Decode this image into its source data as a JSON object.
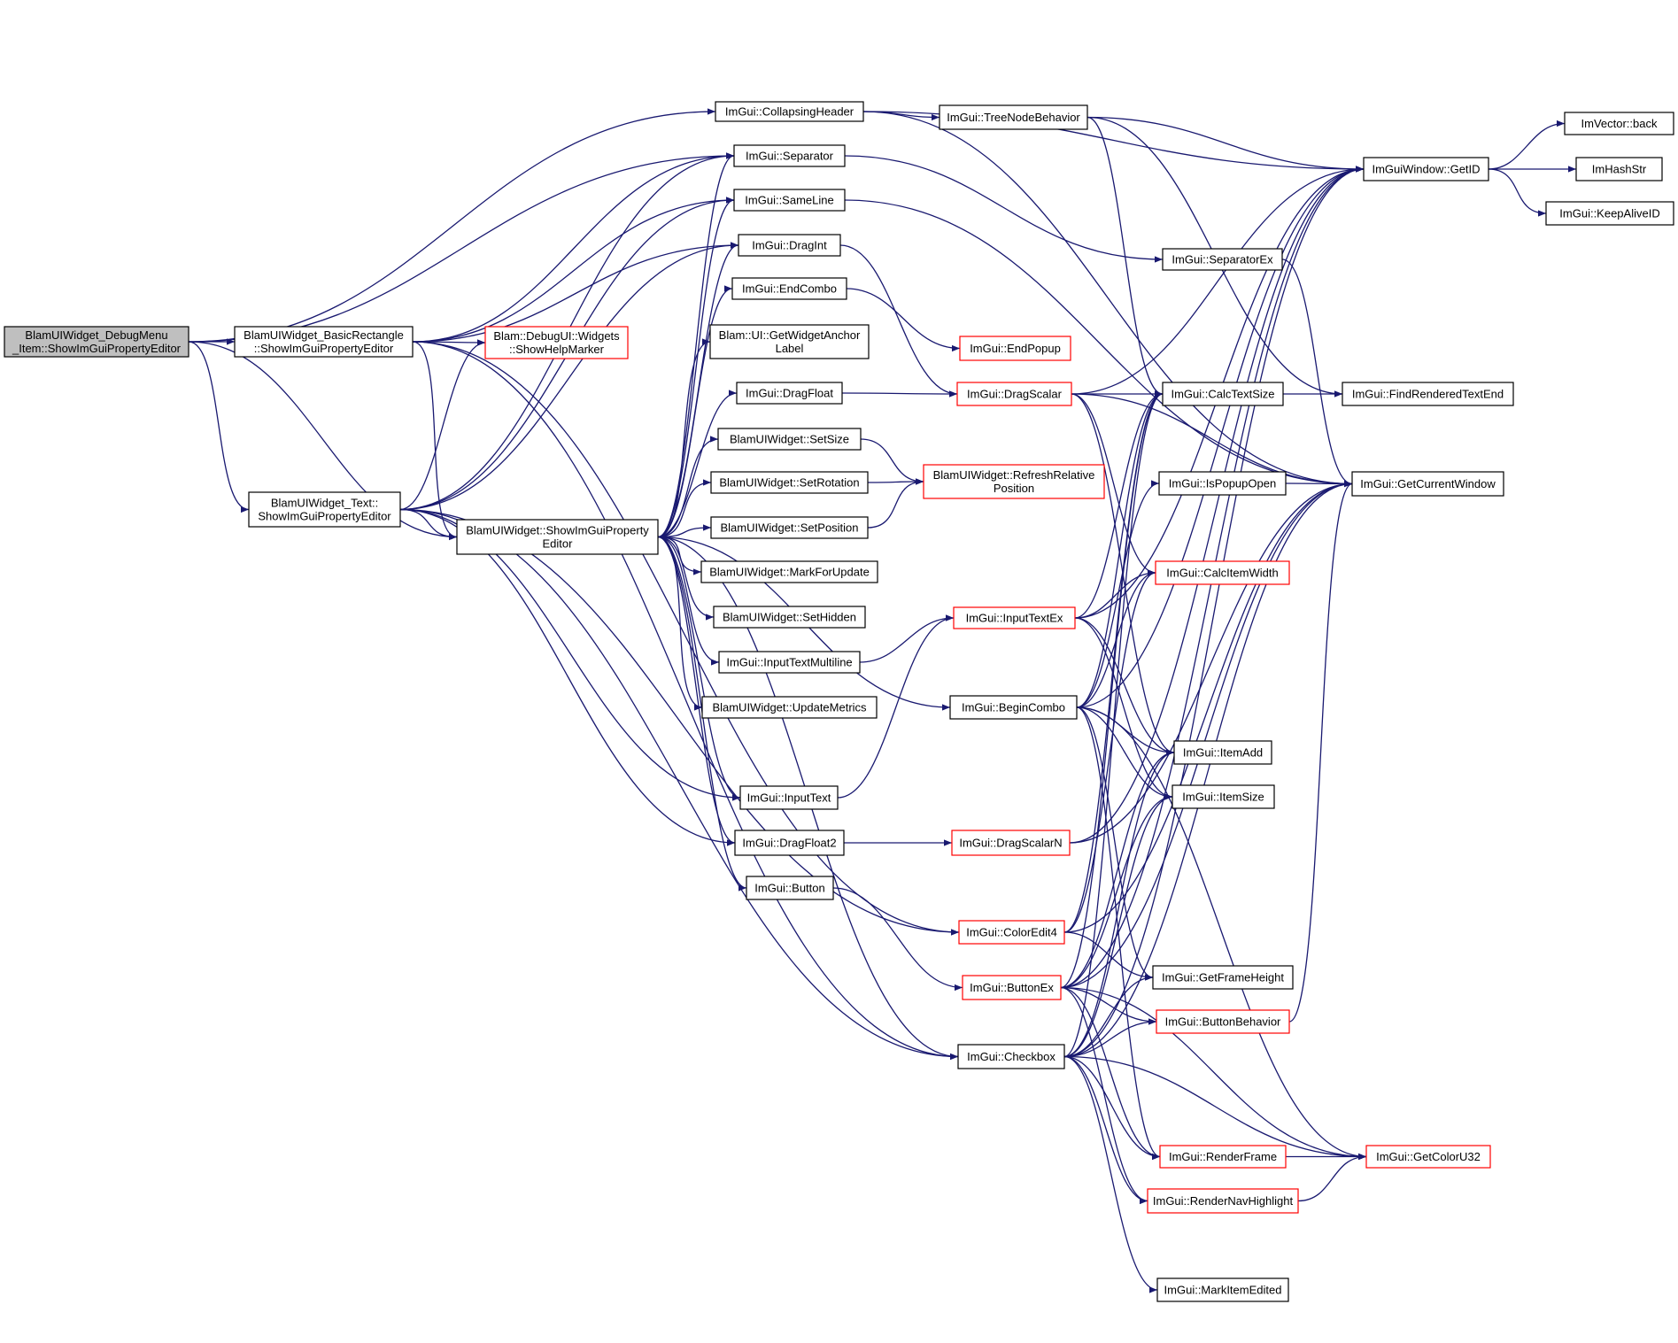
{
  "colors": {
    "edge": "#191970",
    "node_border": "#000000",
    "node_fill": "#ffffff",
    "external_border": "#ff0000",
    "root_fill": "#bfbfbf"
  },
  "nodes": [
    {
      "id": "root",
      "lines": [
        "BlamUIWidget_DebugMenu",
        "_Item::ShowImGuiPropertyEditor"
      ],
      "style": "root"
    },
    {
      "id": "basicrect",
      "lines": [
        "BlamUIWidget_BasicRectangle",
        "::ShowImGuiPropertyEditor"
      ],
      "style": "normal"
    },
    {
      "id": "text",
      "lines": [
        "BlamUIWidget_Text::",
        "ShowImGuiPropertyEditor"
      ],
      "style": "normal"
    },
    {
      "id": "uiwidget",
      "lines": [
        "BlamUIWidget::ShowImGuiProperty",
        "Editor"
      ],
      "style": "normal"
    },
    {
      "id": "helpmarker",
      "lines": [
        "Blam::DebugUI::Widgets",
        "::ShowHelpMarker"
      ],
      "style": "external"
    },
    {
      "id": "collapsing",
      "lines": [
        "ImGui::CollapsingHeader"
      ],
      "style": "normal"
    },
    {
      "id": "separator",
      "lines": [
        "ImGui::Separator"
      ],
      "style": "normal"
    },
    {
      "id": "sameline",
      "lines": [
        "ImGui::SameLine"
      ],
      "style": "normal"
    },
    {
      "id": "dragint",
      "lines": [
        "ImGui::DragInt"
      ],
      "style": "normal"
    },
    {
      "id": "endcombo",
      "lines": [
        "ImGui::EndCombo"
      ],
      "style": "normal"
    },
    {
      "id": "anchorlabel",
      "lines": [
        "Blam::UI::GetWidgetAnchor",
        "Label"
      ],
      "style": "normal"
    },
    {
      "id": "dragfloat",
      "lines": [
        "ImGui::DragFloat"
      ],
      "style": "normal"
    },
    {
      "id": "setsize",
      "lines": [
        "BlamUIWidget::SetSize"
      ],
      "style": "normal"
    },
    {
      "id": "setrotation",
      "lines": [
        "BlamUIWidget::SetRotation"
      ],
      "style": "normal"
    },
    {
      "id": "setposition",
      "lines": [
        "BlamUIWidget::SetPosition"
      ],
      "style": "normal"
    },
    {
      "id": "markforupdate",
      "lines": [
        "BlamUIWidget::MarkForUpdate"
      ],
      "style": "normal"
    },
    {
      "id": "sethidden",
      "lines": [
        "BlamUIWidget::SetHidden"
      ],
      "style": "normal"
    },
    {
      "id": "inputmultiline",
      "lines": [
        "ImGui::InputTextMultiline"
      ],
      "style": "normal"
    },
    {
      "id": "updatemetrics",
      "lines": [
        "BlamUIWidget::UpdateMetrics"
      ],
      "style": "normal"
    },
    {
      "id": "inputtext",
      "lines": [
        "ImGui::InputText"
      ],
      "style": "normal"
    },
    {
      "id": "dragfloat2",
      "lines": [
        "ImGui::DragFloat2"
      ],
      "style": "normal"
    },
    {
      "id": "button",
      "lines": [
        "ImGui::Button"
      ],
      "style": "normal"
    },
    {
      "id": "treenode",
      "lines": [
        "ImGui::TreeNodeBehavior"
      ],
      "style": "normal"
    },
    {
      "id": "endpopup",
      "lines": [
        "ImGui::EndPopup"
      ],
      "style": "external"
    },
    {
      "id": "dragscalar",
      "lines": [
        "ImGui::DragScalar"
      ],
      "style": "external"
    },
    {
      "id": "refreshrel",
      "lines": [
        "BlamUIWidget::RefreshRelative",
        "Position"
      ],
      "style": "external"
    },
    {
      "id": "inputtextex",
      "lines": [
        "ImGui::InputTextEx"
      ],
      "style": "external"
    },
    {
      "id": "begincombo",
      "lines": [
        "ImGui::BeginCombo"
      ],
      "style": "normal"
    },
    {
      "id": "dragscalarn",
      "lines": [
        "ImGui::DragScalarN"
      ],
      "style": "external"
    },
    {
      "id": "coloredit4",
      "lines": [
        "ImGui::ColorEdit4"
      ],
      "style": "external"
    },
    {
      "id": "buttonex",
      "lines": [
        "ImGui::ButtonEx"
      ],
      "style": "external"
    },
    {
      "id": "checkbox",
      "lines": [
        "ImGui::Checkbox"
      ],
      "style": "normal"
    },
    {
      "id": "separatorex",
      "lines": [
        "ImGui::SeparatorEx"
      ],
      "style": "normal"
    },
    {
      "id": "calctextsize",
      "lines": [
        "ImGui::CalcTextSize"
      ],
      "style": "normal"
    },
    {
      "id": "ispopupopen",
      "lines": [
        "ImGui::IsPopupOpen"
      ],
      "style": "normal"
    },
    {
      "id": "calcitemwidth",
      "lines": [
        "ImGui::CalcItemWidth"
      ],
      "style": "external"
    },
    {
      "id": "itemadd",
      "lines": [
        "ImGui::ItemAdd"
      ],
      "style": "normal"
    },
    {
      "id": "itemsize",
      "lines": [
        "ImGui::ItemSize"
      ],
      "style": "normal"
    },
    {
      "id": "getframeheight",
      "lines": [
        "ImGui::GetFrameHeight"
      ],
      "style": "normal"
    },
    {
      "id": "buttonbehavior",
      "lines": [
        "ImGui::ButtonBehavior"
      ],
      "style": "external"
    },
    {
      "id": "renderframe",
      "lines": [
        "ImGui::RenderFrame"
      ],
      "style": "external"
    },
    {
      "id": "rendernav",
      "lines": [
        "ImGui::RenderNavHighlight"
      ],
      "style": "external"
    },
    {
      "id": "markedited",
      "lines": [
        "ImGui::MarkItemEdited"
      ],
      "style": "normal"
    },
    {
      "id": "getid",
      "lines": [
        "ImGuiWindow::GetID"
      ],
      "style": "normal"
    },
    {
      "id": "findrendered",
      "lines": [
        "ImGui::FindRenderedTextEnd"
      ],
      "style": "normal"
    },
    {
      "id": "getcurwindow",
      "lines": [
        "ImGui::GetCurrentWindow"
      ],
      "style": "normal"
    },
    {
      "id": "getcoloru32",
      "lines": [
        "ImGui::GetColorU32"
      ],
      "style": "external"
    },
    {
      "id": "vectorback",
      "lines": [
        "ImVector::back"
      ],
      "style": "normal"
    },
    {
      "id": "hashstr",
      "lines": [
        "ImHashStr"
      ],
      "style": "normal"
    },
    {
      "id": "keepalive",
      "lines": [
        "ImGui::KeepAliveID"
      ],
      "style": "normal"
    }
  ],
  "edges": [
    [
      "root",
      "collapsing"
    ],
    [
      "root",
      "separator"
    ],
    [
      "root",
      "basicrect"
    ],
    [
      "root",
      "text"
    ],
    [
      "root",
      "uiwidget"
    ],
    [
      "basicrect",
      "helpmarker"
    ],
    [
      "basicrect",
      "uiwidget"
    ],
    [
      "basicrect",
      "separator"
    ],
    [
      "basicrect",
      "sameline"
    ],
    [
      "basicrect",
      "dragint"
    ],
    [
      "basicrect",
      "coloredit4"
    ],
    [
      "basicrect",
      "checkbox"
    ],
    [
      "text",
      "uiwidget"
    ],
    [
      "text",
      "helpmarker"
    ],
    [
      "text",
      "separator"
    ],
    [
      "text",
      "sameline"
    ],
    [
      "text",
      "dragint"
    ],
    [
      "text",
      "inputtext"
    ],
    [
      "text",
      "dragfloat2"
    ],
    [
      "text",
      "coloredit4"
    ],
    [
      "text",
      "checkbox"
    ],
    [
      "uiwidget",
      "separator"
    ],
    [
      "uiwidget",
      "sameline"
    ],
    [
      "uiwidget",
      "dragint"
    ],
    [
      "uiwidget",
      "endcombo"
    ],
    [
      "uiwidget",
      "anchorlabel"
    ],
    [
      "uiwidget",
      "dragfloat"
    ],
    [
      "uiwidget",
      "setsize"
    ],
    [
      "uiwidget",
      "setrotation"
    ],
    [
      "uiwidget",
      "setposition"
    ],
    [
      "uiwidget",
      "markforupdate"
    ],
    [
      "uiwidget",
      "sethidden"
    ],
    [
      "uiwidget",
      "inputmultiline"
    ],
    [
      "uiwidget",
      "updatemetrics"
    ],
    [
      "uiwidget",
      "inputtext"
    ],
    [
      "uiwidget",
      "dragfloat2"
    ],
    [
      "uiwidget",
      "button"
    ],
    [
      "uiwidget",
      "begincombo"
    ],
    [
      "uiwidget",
      "checkbox"
    ],
    [
      "collapsing",
      "treenode"
    ],
    [
      "collapsing",
      "getid"
    ],
    [
      "collapsing",
      "getcurwindow"
    ],
    [
      "separator",
      "separatorex"
    ],
    [
      "sameline",
      "getcurwindow"
    ],
    [
      "dragint",
      "dragscalar"
    ],
    [
      "endcombo",
      "endpopup"
    ],
    [
      "dragfloat",
      "dragscalar"
    ],
    [
      "setsize",
      "refreshrel"
    ],
    [
      "setrotation",
      "refreshrel"
    ],
    [
      "setposition",
      "refreshrel"
    ],
    [
      "inputmultiline",
      "inputtextex"
    ],
    [
      "inputtext",
      "inputtextex"
    ],
    [
      "dragfloat2",
      "dragscalarn"
    ],
    [
      "button",
      "buttonex"
    ],
    [
      "treenode",
      "getid"
    ],
    [
      "treenode",
      "calctextsize"
    ],
    [
      "treenode",
      "findrendered"
    ],
    [
      "dragscalar",
      "getid"
    ],
    [
      "dragscalar",
      "calctextsize"
    ],
    [
      "dragscalar",
      "getcurwindow"
    ],
    [
      "dragscalar",
      "calcitemwidth"
    ],
    [
      "dragscalar",
      "itemadd"
    ],
    [
      "inputtextex",
      "getid"
    ],
    [
      "inputtextex",
      "calctextsize"
    ],
    [
      "inputtextex",
      "calcitemwidth"
    ],
    [
      "inputtextex",
      "itemadd"
    ],
    [
      "inputtextex",
      "itemsize"
    ],
    [
      "begincombo",
      "ispopupopen"
    ],
    [
      "begincombo",
      "calctextsize"
    ],
    [
      "begincombo",
      "calcitemwidth"
    ],
    [
      "begincombo",
      "itemadd"
    ],
    [
      "begincombo",
      "itemsize"
    ],
    [
      "begincombo",
      "getframeheight"
    ],
    [
      "begincombo",
      "getcoloru32"
    ],
    [
      "begincombo",
      "renderframe"
    ],
    [
      "begincombo",
      "getid"
    ],
    [
      "dragscalarn",
      "getid"
    ],
    [
      "dragscalarn",
      "getcurwindow"
    ],
    [
      "coloredit4",
      "calcitemwidth"
    ],
    [
      "coloredit4",
      "getframeheight"
    ],
    [
      "coloredit4",
      "getcurwindow"
    ],
    [
      "coloredit4",
      "calctextsize"
    ],
    [
      "buttonex",
      "getid"
    ],
    [
      "buttonex",
      "calctextsize"
    ],
    [
      "buttonex",
      "itemadd"
    ],
    [
      "buttonex",
      "itemsize"
    ],
    [
      "buttonex",
      "buttonbehavior"
    ],
    [
      "buttonex",
      "renderframe"
    ],
    [
      "buttonex",
      "rendernav"
    ],
    [
      "buttonex",
      "getcoloru32"
    ],
    [
      "buttonex",
      "getcurwindow"
    ],
    [
      "checkbox",
      "getid"
    ],
    [
      "checkbox",
      "calctextsize"
    ],
    [
      "checkbox",
      "getframeheight"
    ],
    [
      "checkbox",
      "itemadd"
    ],
    [
      "checkbox",
      "itemsize"
    ],
    [
      "checkbox",
      "buttonbehavior"
    ],
    [
      "checkbox",
      "renderframe"
    ],
    [
      "checkbox",
      "rendernav"
    ],
    [
      "checkbox",
      "markedited"
    ],
    [
      "checkbox",
      "getcoloru32"
    ],
    [
      "checkbox",
      "getcurwindow"
    ],
    [
      "separatorex",
      "getcurwindow"
    ],
    [
      "calctextsize",
      "findrendered"
    ],
    [
      "ispopupopen",
      "getcurwindow"
    ],
    [
      "buttonbehavior",
      "getcurwindow"
    ],
    [
      "renderframe",
      "getcoloru32"
    ],
    [
      "rendernav",
      "getcoloru32"
    ],
    [
      "getid",
      "vectorback"
    ],
    [
      "getid",
      "hashstr"
    ],
    [
      "getid",
      "keepalive"
    ]
  ]
}
